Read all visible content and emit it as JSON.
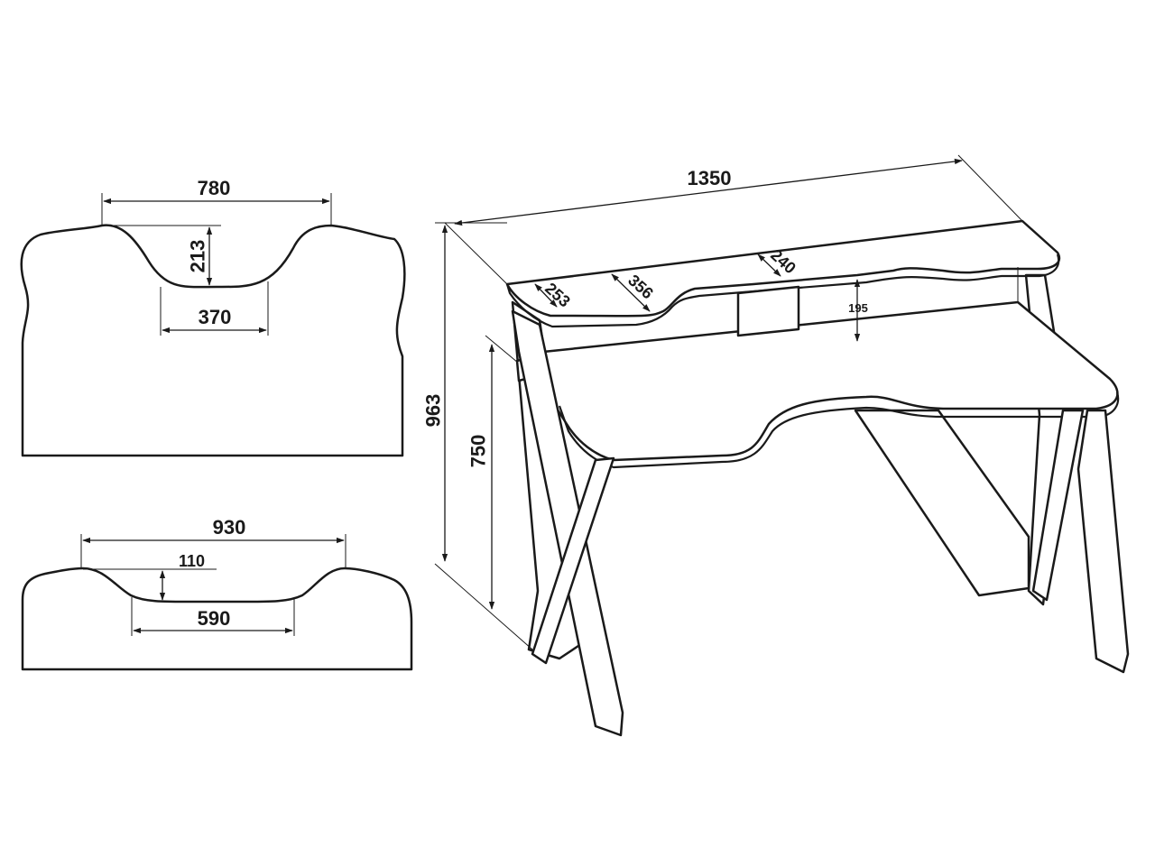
{
  "drawing": {
    "top_shelf": {
      "width": "780",
      "depth": "213",
      "inner_width": "370"
    },
    "bottom_shelf": {
      "width": "930",
      "depth": "110",
      "inner_width": "590"
    },
    "desk": {
      "total_width": "1350",
      "total_height": "963",
      "table_height": "750",
      "shelf_depth_253": "253",
      "shelf_depth_356": "356",
      "shelf_depth_240": "240",
      "shelf_clearance": "195"
    }
  }
}
